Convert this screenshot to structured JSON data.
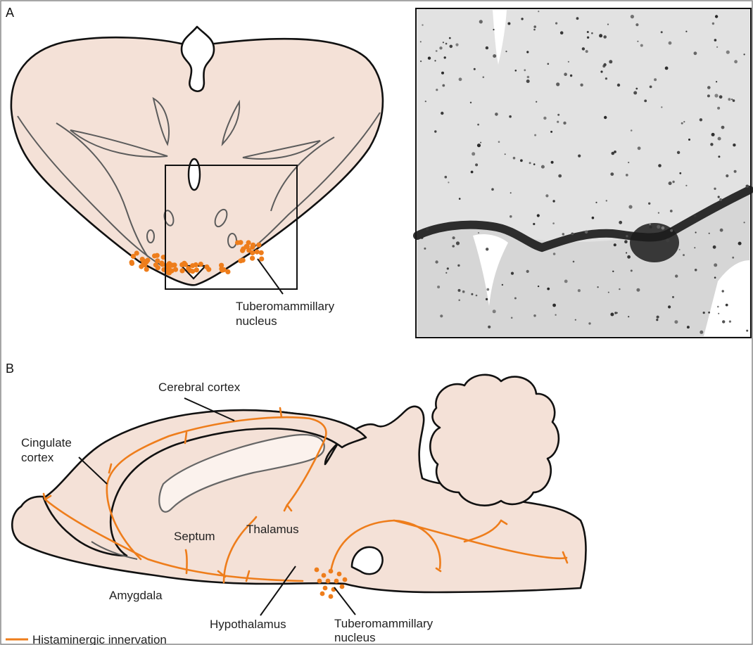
{
  "panel_a": {
    "letter": "A",
    "label_tmn_line1": "Tuberomammillary",
    "label_tmn_line2": "nucleus"
  },
  "panel_b": {
    "letter": "B",
    "labels": {
      "cerebral_cortex": "Cerebral cortex",
      "cingulate_line1": "Cingulate",
      "cingulate_line2": "cortex",
      "thalamus": "Thalamus",
      "septum": "Septum",
      "amygdala": "Amygdala",
      "hypothalamus": "Hypothalamus",
      "tmn_line1": "Tuberomammillary",
      "tmn_line2": "nucleus"
    },
    "legend": "Histaminergic innervation"
  },
  "colors": {
    "tissue": "#f4e1d7",
    "histaminergic": "#ee7d1b",
    "outline": "#111111"
  }
}
